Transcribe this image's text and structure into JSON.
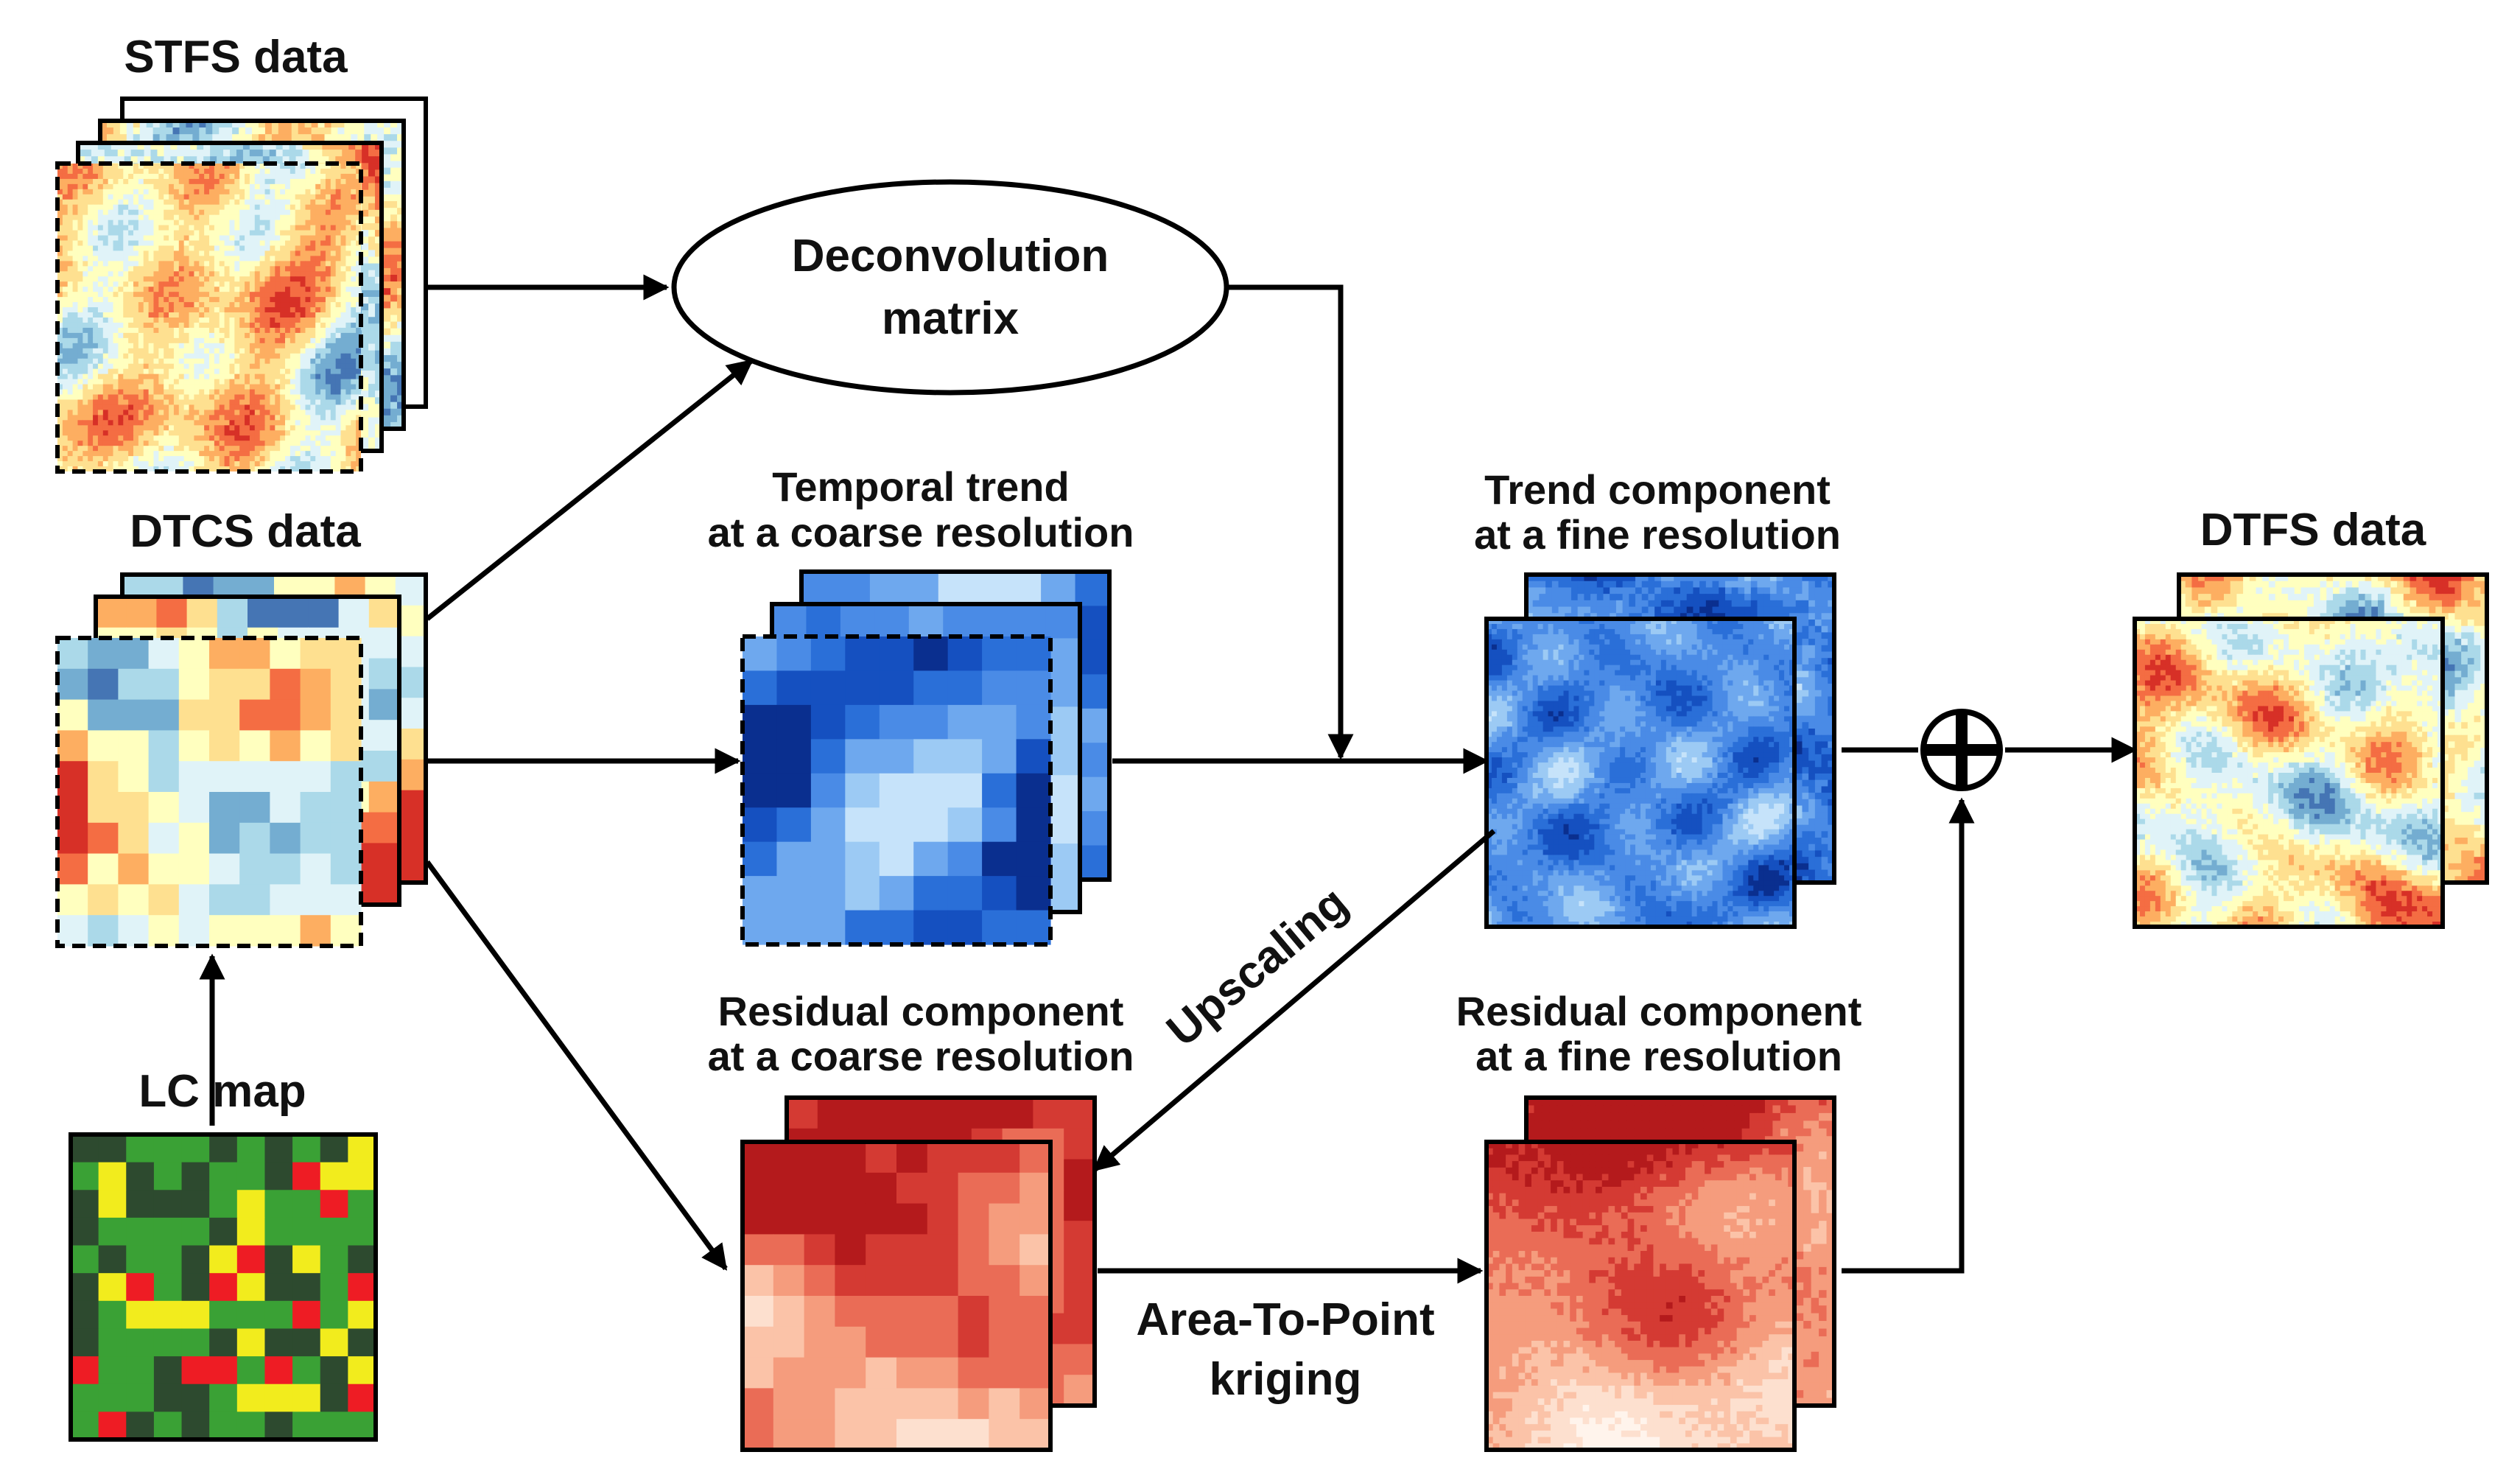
{
  "labels": {
    "stfs": "STFS data",
    "dtcs": "DTCS data",
    "lc_map": "LC map",
    "deconv_line1": "Deconvolution",
    "deconv_line2": "matrix",
    "temporal_line1": "Temporal trend",
    "temporal_line2": "at a coarse resolution",
    "trend_line1": "Trend component",
    "trend_line2": "at a fine resolution",
    "dtfs": "DTFS data",
    "res_coarse_line1": "Residual component",
    "res_coarse_line2": "at a coarse resolution",
    "res_fine_line1": "Residual component",
    "res_fine_line2": "at a fine resolution",
    "upscaling": "Upscaling",
    "atp_line1": "Area-To-Point",
    "atp_line2": "kriging"
  },
  "colors": {
    "arrow": "#000000",
    "rdylbu": [
      "#d73027",
      "#f46d43",
      "#fdae61",
      "#fee090",
      "#ffffbf",
      "#e0f3f8",
      "#abd9e9",
      "#74add1",
      "#4575b4"
    ],
    "blues": [
      "#0a2f8f",
      "#1550c0",
      "#2a6fd8",
      "#4a8be6",
      "#6ea8ee",
      "#9ccaf4",
      "#c6e3fa"
    ],
    "reds": [
      "#fff4ec",
      "#fde0cf",
      "#fbc3a8",
      "#f59c7d",
      "#ea6c56",
      "#d43a33",
      "#b41a1c"
    ],
    "lc": [
      "#2d4a2f",
      "#3aa135",
      "#f2ec1d",
      "#ee1c24"
    ]
  },
  "icons": {
    "sum": "circle-plus-icon"
  }
}
